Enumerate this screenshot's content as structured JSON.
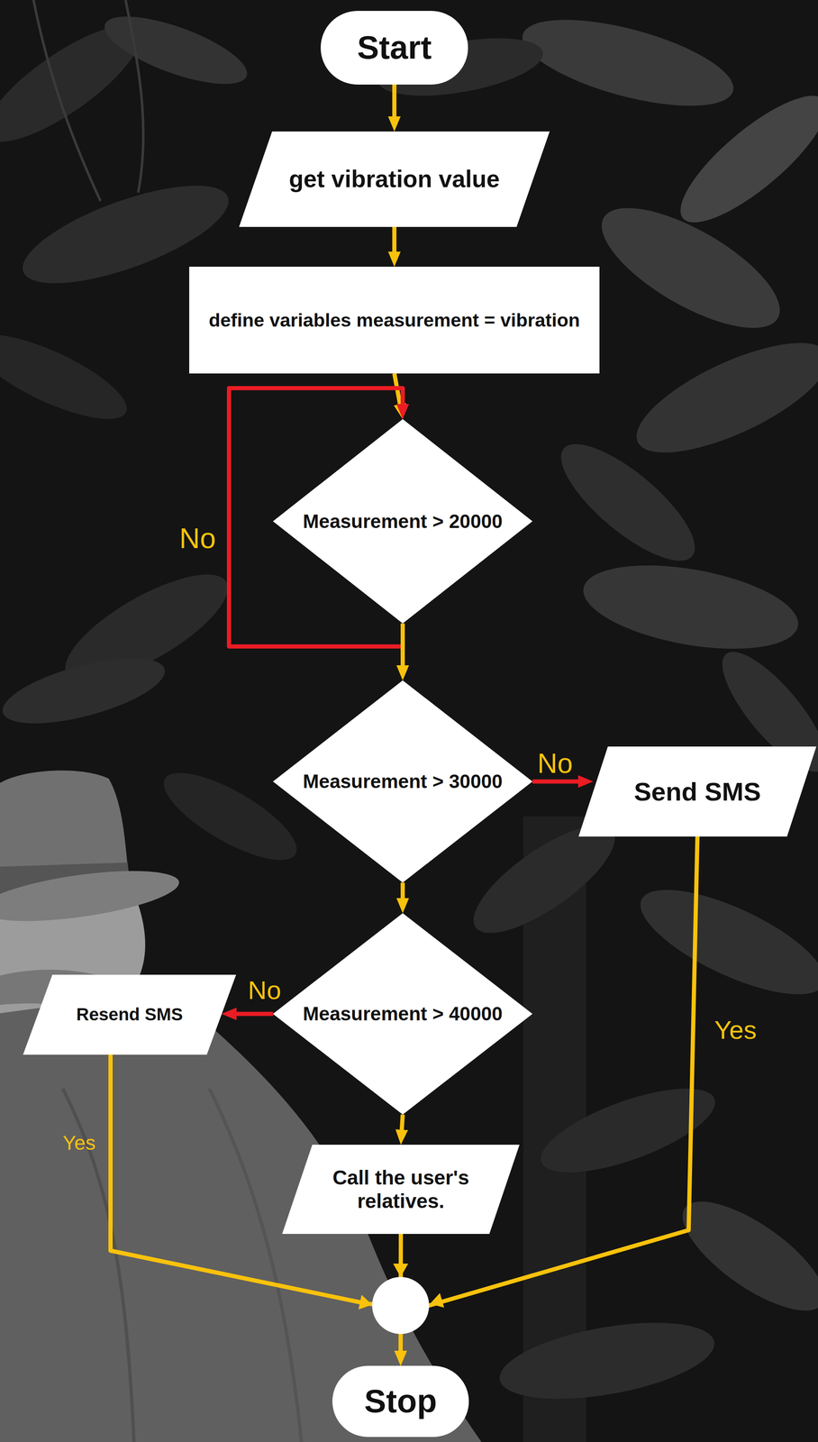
{
  "diagram": {
    "nodes": [
      {
        "text": [
          "Start"
        ]
      },
      {
        "text": [
          "get vibration value"
        ]
      },
      {
        "text": [
          "define variables measurement = vibration"
        ]
      },
      {
        "text": [
          "Measurement > 20000"
        ]
      },
      {
        "text": [
          "Measurement > 30000"
        ]
      },
      {
        "text": [
          "Send SMS"
        ]
      },
      {
        "text": [
          "Measurement > 40000"
        ]
      },
      {
        "text": [
          "Resend SMS"
        ]
      },
      {
        "text": [
          "Call the user's relatives."
        ]
      },
      {
        "text": [
          "Stop"
        ]
      }
    ],
    "edges": [
      {
        "from": 0,
        "to": 1,
        "arrow": "to"
      },
      {
        "from": 1,
        "to": 2,
        "arrow": "to"
      },
      {
        "from": 2,
        "to": 3,
        "arrow": "to"
      },
      {
        "from": 3,
        "to": 3,
        "label": "No",
        "arrow": "to"
      },
      {
        "from": 3,
        "to": 4,
        "arrow": "to"
      },
      {
        "from": 4,
        "to": 5,
        "label": "No",
        "arrow": "to"
      },
      {
        "from": 4,
        "to": 6,
        "arrow": "to"
      },
      {
        "from": 6,
        "to": 7,
        "label": "No",
        "arrow": "to"
      },
      {
        "from": 6,
        "to": 8,
        "arrow": "to"
      },
      {
        "from": 5,
        "to": 9,
        "label": "Yes",
        "arrow": "to"
      },
      {
        "from": 7,
        "to": 9,
        "label": "Yes",
        "arrow": "to"
      },
      {
        "from": 8,
        "to": 9,
        "arrow": "to"
      }
    ]
  }
}
